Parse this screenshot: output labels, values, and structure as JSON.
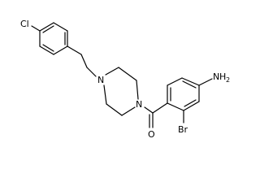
{
  "molecule": {
    "atom_labels": {
      "chlorine": "Cl",
      "amine_n": "N",
      "amine_h": "H",
      "amine_h_count": "2",
      "piperazine_n_top": "N",
      "piperazine_n_bottom": "N",
      "carbonyl_o": "O",
      "bromine": "Br"
    },
    "colors": {
      "bond": "#000000",
      "label": "#000000",
      "background": "#ffffff"
    }
  }
}
